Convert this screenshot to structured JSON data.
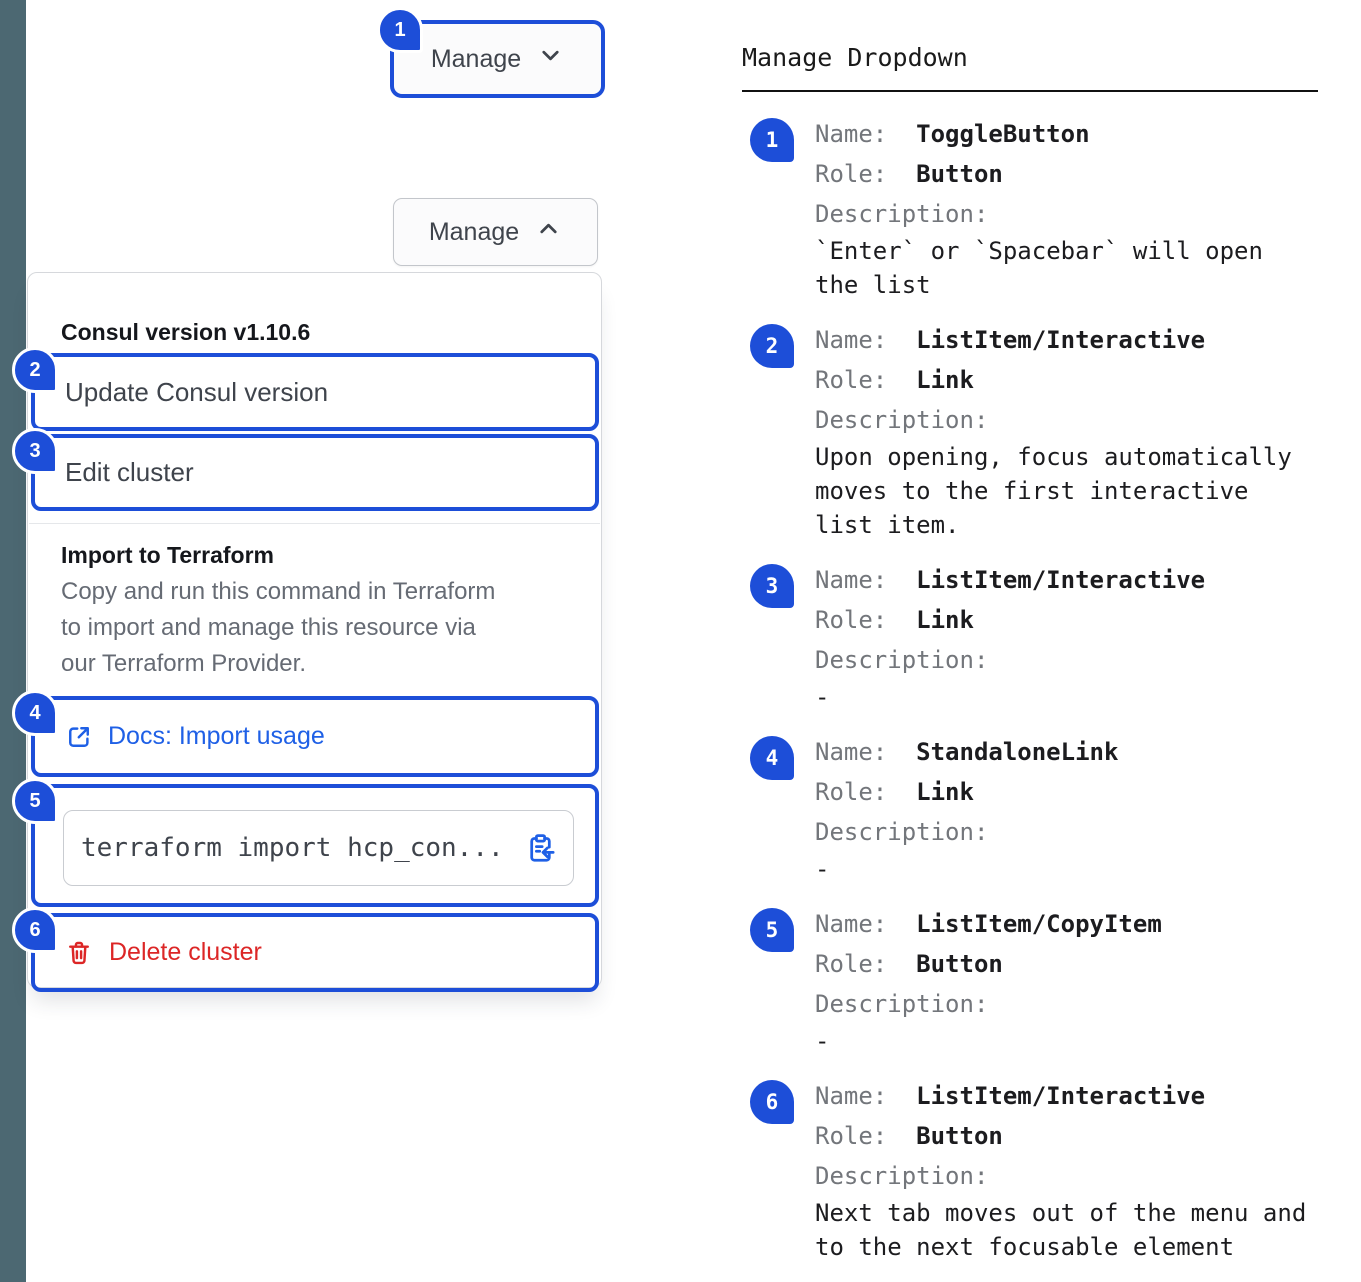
{
  "colors": {
    "accent": "#1d4ed8",
    "link": "#1f60e6",
    "danger": "#dc2626",
    "strip": "#4c6872"
  },
  "left": {
    "toggle_button": {
      "label": "Manage",
      "badge": "1"
    },
    "toggle_button_open": {
      "label": "Manage"
    },
    "dropdown": {
      "version_label": "Consul version v1.10.6",
      "update_item": {
        "badge": "2",
        "label": "Update Consul version"
      },
      "edit_item": {
        "badge": "3",
        "label": "Edit cluster"
      },
      "import_section": {
        "title": "Import to Terraform",
        "description_lines": [
          "Copy and run this command in Terraform",
          "to import and manage this resource via",
          "our Terraform Provider."
        ]
      },
      "docs_link": {
        "badge": "4",
        "label": "Docs: Import usage"
      },
      "copy_item": {
        "badge": "5",
        "command": "terraform import hcp_con..."
      },
      "delete_item": {
        "badge": "6",
        "label": "Delete cluster"
      }
    }
  },
  "right": {
    "heading": "Manage Dropdown",
    "field_labels": {
      "name": "Name:",
      "role": "Role:",
      "description": "Description:"
    },
    "entries": [
      {
        "badge": "1",
        "name": "ToggleButton",
        "role": "Button",
        "description": "`Enter` or `Spacebar` will open the list"
      },
      {
        "badge": "2",
        "name": "ListItem/Interactive",
        "role": "Link",
        "description": "Upon opening, focus automatically moves to the first interactive list item."
      },
      {
        "badge": "3",
        "name": "ListItem/Interactive",
        "role": "Link",
        "description": "-"
      },
      {
        "badge": "4",
        "name": "StandaloneLink",
        "role": "Link",
        "description": "-"
      },
      {
        "badge": "5",
        "name": "ListItem/CopyItem",
        "role": "Button",
        "description": "-"
      },
      {
        "badge": "6",
        "name": "ListItem/Interactive",
        "role": "Button",
        "description": "Next tab moves out of the menu and to the next focusable element"
      }
    ]
  }
}
